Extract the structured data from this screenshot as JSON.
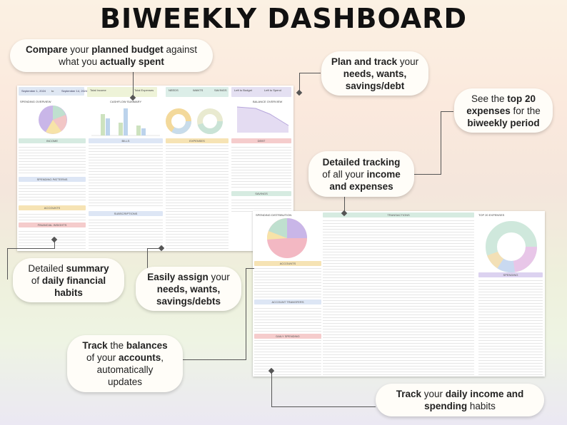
{
  "title": "BIWEEKLY DASHBOARD",
  "callouts": {
    "compare": {
      "p1": "Compare",
      "p2": " your ",
      "p3": "planned budget",
      "p4": " against",
      "p5": "what you ",
      "p6": "actually spent"
    },
    "plan": {
      "p1": "Plan and track",
      "p2": " your",
      "p3": "needs, wants,",
      "p4": "savings/debt"
    },
    "top20": {
      "p1": "See the ",
      "p2": "top 20",
      "p3": "expenses",
      "p4": " for the",
      "p5": "biweekly period"
    },
    "detailed": {
      "p1": "Detailed tracking",
      "p2": "of all your ",
      "p3": "income",
      "p4": "and expenses"
    },
    "summary": {
      "p1": "Detailed ",
      "p2": "summary",
      "p3": "of ",
      "p4": "daily financial",
      "p5": "habits"
    },
    "assign": {
      "p1": "Easily assign",
      "p2": " your",
      "p3": "needs, wants,",
      "p4": "savings/debts"
    },
    "balances": {
      "p1": "Track",
      "p2": " the ",
      "p3": "balances",
      "p4": "of your ",
      "p5": "accounts",
      "p6": ",",
      "p7": "automatically",
      "p8": "updates"
    },
    "daily": {
      "p1": "Track",
      "p2": " your ",
      "p3": "daily income and",
      "p4": "spending",
      "p5": " habits"
    }
  },
  "sheet_left": {
    "date_from": "September 1, 2024",
    "to": "to",
    "date_to": "September 14, 2024",
    "total_income": "Total Income",
    "total_expenses": "Total Expenses",
    "needs": "NEEDS",
    "wants": "WANTS",
    "savings": "SAVINGS",
    "left_to_budget": "Left to Budget",
    "left_to_spend": "Left to Spend",
    "spending_overview": "SPENDING OVERVIEW",
    "cashflow_summary": "CASHFLOW SUMMARY",
    "balance_overview": "BALANCE OVERVIEW",
    "income": "INCOME",
    "bills": "BILLS",
    "expenses": "EXPENSES",
    "debt": "DEBT",
    "savings_section": "SAVINGS",
    "subscriptions": "SUBSCRIPTIONS",
    "spending_patterns": "SPENDING PATTERNS",
    "accounts": "ACCOUNTS",
    "financial_insights": "FINANCIAL INSIGHTS"
  },
  "sheet_right": {
    "spending_distribution": "SPENDING DISTRIBUTION",
    "accounts": "ACCOUNTS",
    "account_transfers": "ACCOUNT TRANSFERS",
    "daily_spending": "DAILY SPENDING",
    "transactions": "TRANSACTIONS",
    "top_expenses": "TOP 20 EXPENSES",
    "spending": "SPENDING"
  }
}
